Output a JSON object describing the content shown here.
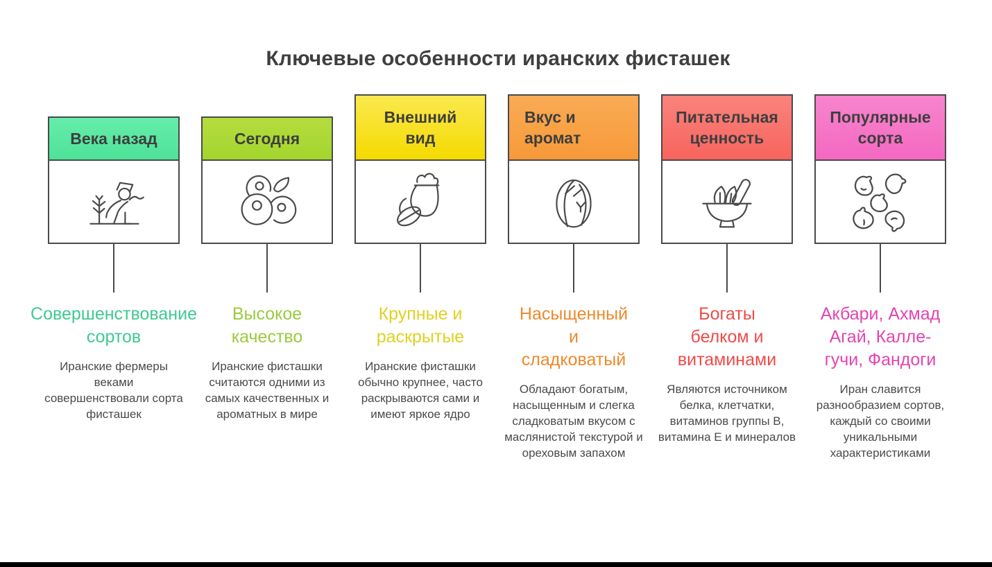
{
  "title": "Ключевые особенности иранских фисташек",
  "colors": {
    "border": "#4a4a4a",
    "title_text": "#3f3f3f",
    "body_text": "#4a4a4a",
    "bottom_bar": "#000000"
  },
  "columns": [
    {
      "header": "Века назад",
      "header_lines": 1,
      "header_align": "center",
      "header_color_top": "#66edab",
      "header_color_bottom": "#4ee298",
      "icon": "farmer-planting-icon",
      "subtitle": "Совершенствование\nсортов",
      "subtitle_color": "#3ec993",
      "description": "Иранские фермеры веками совершенствовали сорта фисташек"
    },
    {
      "header": "Сегодня",
      "header_lines": 1,
      "header_align": "center",
      "header_color_top": "#b5dc3e",
      "header_color_bottom": "#a3d52e",
      "icon": "berries-icon",
      "subtitle": "Высокое\nкачество",
      "subtitle_color": "#9aca3c",
      "description": "Иранские фисташки считаются одними из самых качественных и ароматных в мире"
    },
    {
      "header": "Внешний\nвид",
      "header_lines": 2,
      "header_align": "center",
      "header_color_top": "#fae94e",
      "header_color_bottom": "#f5da00",
      "icon": "nut-sack-icon",
      "subtitle": "Крупные и\nраскрытые",
      "subtitle_color": "#e0d121",
      "description": "Иранские фисташки обычно крупнее, часто раскрываются сами и имеют яркое ядро"
    },
    {
      "header": "Вкус и\nаромат",
      "header_lines": 2,
      "header_align": "left",
      "header_color_top": "#f9ab55",
      "header_color_bottom": "#f79a39",
      "icon": "pistachio-kernel-icon",
      "subtitle": "Насыщенный\nи\nсладковатый",
      "subtitle_color": "#ec8a2c",
      "description": "Обладают богатым, насыщенным и слегка сладковатым вкусом с маслянистой текстурой и ореховым запахом"
    },
    {
      "header": "Питательная\nценность",
      "header_lines": 2,
      "header_align": "center",
      "header_color_top": "#fa837d",
      "header_color_bottom": "#f7645d",
      "icon": "mortar-bowl-icon",
      "subtitle": "Богаты\nбелком и\nвитаминами",
      "subtitle_color": "#ef4b49",
      "description": "Являются источником белка, клетчатки, витаминов группы B, витамина E и минералов"
    },
    {
      "header": "Популярные\nсорта",
      "header_lines": 2,
      "header_align": "center",
      "header_color_top": "#f785cc",
      "header_color_bottom": "#f468c2",
      "icon": "pistachio-nuts-icon",
      "subtitle": "Акбари, Ахмад\nАгай, Калле-\nгучи, Фандоги",
      "subtitle_color": "#e344b1",
      "description": "Иран славится разнообразием сортов, каждый со своими уникальными характеристиками"
    }
  ]
}
